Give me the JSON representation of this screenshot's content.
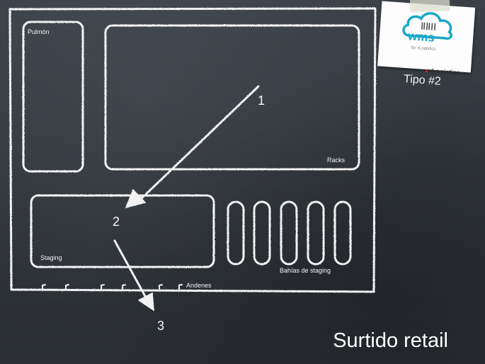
{
  "labels": {
    "pulmon": "Pulmón",
    "racks": "Racks",
    "staging": "Staging",
    "bahias": "Bahías de staging",
    "andenes": "Andenes"
  },
  "steps": {
    "one": "1",
    "two": "2",
    "three": "3"
  },
  "title": "Surtido retail",
  "note": {
    "logo_text": "wms",
    "logo_sub": "by xLogistics",
    "brand": "xLogistics",
    "brand_mark": "x",
    "tipo": "Tipo #2"
  },
  "colors": {
    "chalk": "#f2f2f2",
    "board": "#33383d",
    "logo_blue": "#1ba7c7",
    "brand_red": "#d7262e"
  }
}
